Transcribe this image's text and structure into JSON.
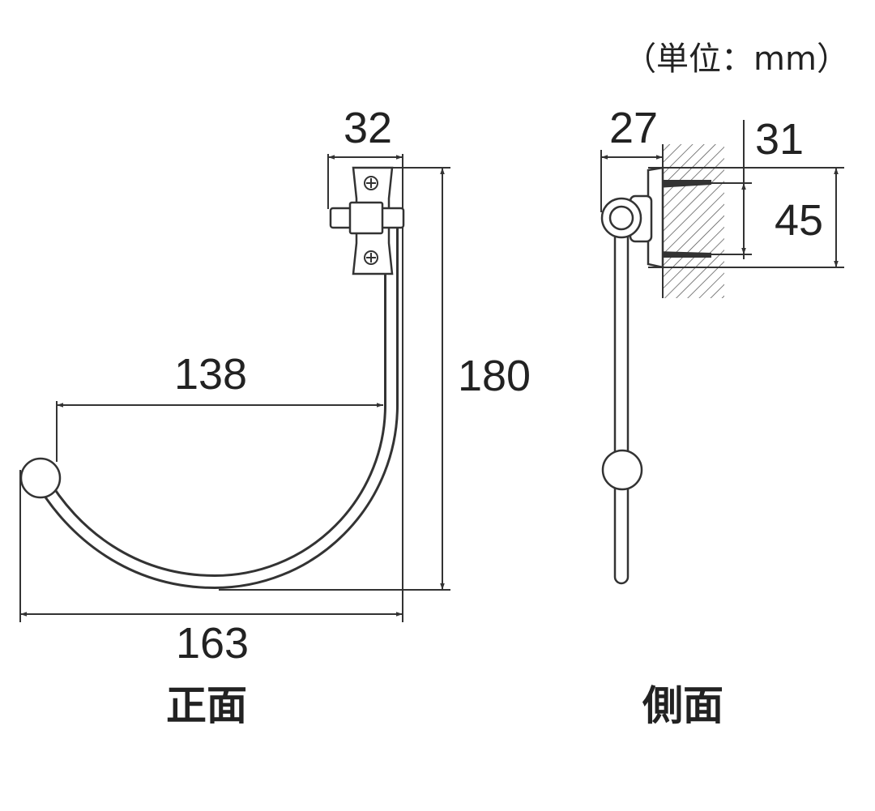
{
  "unit_label": "（単位：mm）",
  "front_view": {
    "label": "正面",
    "dimensions": {
      "bracket_width": "32",
      "inner_reach": "138",
      "height": "180",
      "overall_width": "163"
    }
  },
  "side_view": {
    "label": "側面",
    "dimensions": {
      "projection": "27",
      "base_depth": "31",
      "plate_height": "45"
    }
  },
  "colors": {
    "line": "#333333",
    "text": "#222222",
    "background": "#ffffff"
  }
}
